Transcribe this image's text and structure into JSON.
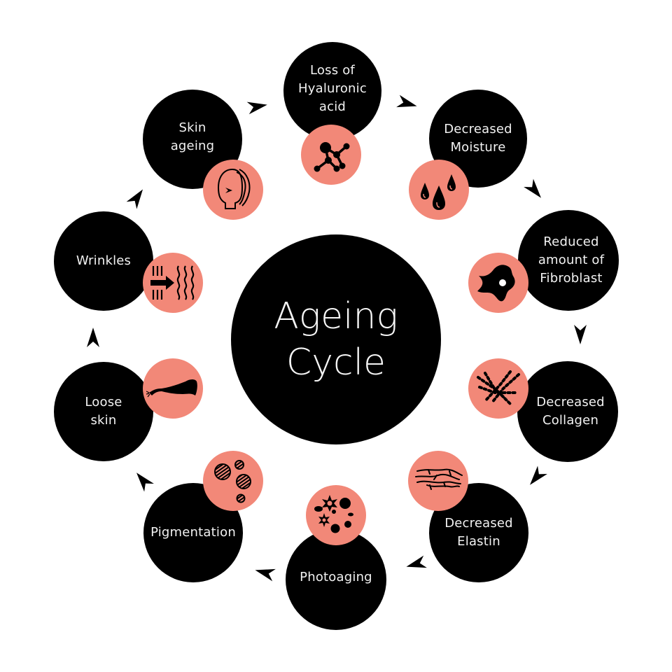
{
  "colors": {
    "node": "#000000",
    "icon_bg": "#f28878",
    "text": "#f2f2f2",
    "background": "#ffffff"
  },
  "center": {
    "title": "Ageing\nCycle"
  },
  "nodes": [
    {
      "id": "hyaluronic",
      "label": "Loss of\nHyaluronic\nacid",
      "icon": "molecule-icon"
    },
    {
      "id": "moisture",
      "label": "Decreased\nMoisture",
      "icon": "water-drops-icon"
    },
    {
      "id": "fibroblast",
      "label": "Reduced\namount of\nFibroblast",
      "icon": "fibroblast-cell-icon"
    },
    {
      "id": "collagen",
      "label": "Decreased\nCollagen",
      "icon": "collagen-fibers-icon"
    },
    {
      "id": "elastin",
      "label": "Decreased\nElastin",
      "icon": "elastin-fibers-icon"
    },
    {
      "id": "photoaging",
      "label": "Photoaging",
      "icon": "sun-spots-icon"
    },
    {
      "id": "pigmentation",
      "label": "Pigmentation",
      "icon": "pigment-spots-icon"
    },
    {
      "id": "loose-skin",
      "label": "Loose\nskin",
      "icon": "sagging-arm-icon"
    },
    {
      "id": "wrinkles",
      "label": "Wrinkles",
      "icon": "wrinkle-lines-icon"
    },
    {
      "id": "skin-ageing",
      "label": "Skin\nageing",
      "icon": "ageing-face-icon"
    }
  ],
  "flow": "clockwise"
}
